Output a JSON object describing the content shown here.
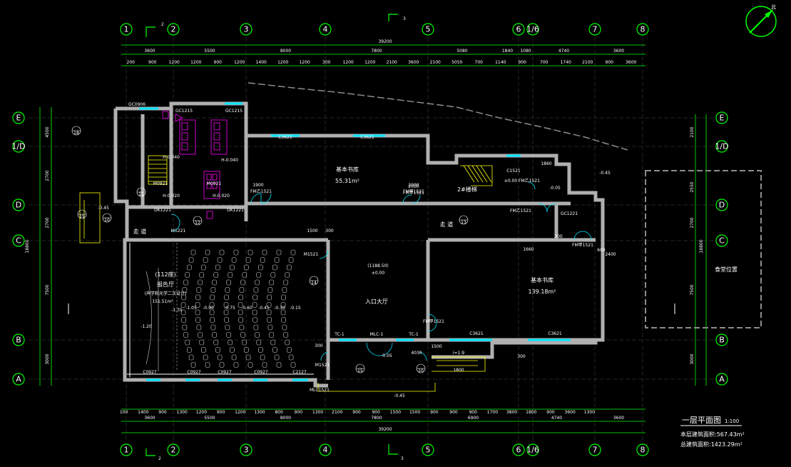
{
  "axes_vertical": [
    "1",
    "2",
    "3",
    "4",
    "5",
    "6",
    "1/6",
    "7",
    "8"
  ],
  "axes_horizontal": [
    "E",
    "1/D",
    "D",
    "C",
    "B",
    "A"
  ],
  "section_marks": [
    "2",
    "3"
  ],
  "dims_top_overall": "39200",
  "dims_top_bays": [
    "3600",
    "5500",
    "8000",
    "7800",
    "5080",
    "1840",
    "1080",
    "4740",
    "3600"
  ],
  "dims_top_detail": [
    "200",
    "900",
    "1200",
    "1200",
    "900",
    "1200",
    "1400",
    "1200",
    "1200",
    "300",
    "1200",
    "1200",
    "2100",
    "3600",
    "2100",
    "5050",
    "700",
    "1140",
    "900",
    "700",
    "1740",
    "2100",
    "900",
    "3600"
  ],
  "dims_bottom_overall": "39200",
  "dims_bottom_bays": [
    "3600",
    "5500",
    "8000",
    "7800",
    "6900",
    "4740",
    "3600"
  ],
  "dims_bottom_detail": [
    "100",
    "1400",
    "900",
    "1300",
    "1200",
    "900",
    "1200",
    "1300",
    "800",
    "900",
    "1300",
    "2100",
    "900",
    "900",
    "1500",
    "1500",
    "900",
    "900",
    "900",
    "1700",
    "3800",
    "1800",
    "900",
    "3600",
    "1300"
  ],
  "dims_left_overall": "18800",
  "dims_left": [
    "4500",
    "2700",
    "2700",
    "7500",
    "3000"
  ],
  "dims_right": [
    "2100",
    "2550",
    "2700",
    "7500",
    "3000"
  ],
  "rooms": {
    "stack_north": {
      "name": "基本书库",
      "area": "55.31m²"
    },
    "stack_east": {
      "name": "基本书库",
      "area": "139.18m²"
    },
    "hall": {
      "name": "入口大厅",
      "note": "(1188.50)",
      "level": "±0.00"
    },
    "lecture": {
      "title": "(112座)",
      "name": "报告厅",
      "sub": "(声学和光学二次设计)",
      "area": "151.51m²"
    },
    "corridor_w": "走 道",
    "corridor_e": "走 道",
    "stair2": "2#楼梯",
    "existing": "食堂位置"
  },
  "door_window_labels": [
    "GC0906",
    "GC1215",
    "GC1215",
    "C3621",
    "C3621",
    "C1521",
    "M0921",
    "M0921",
    "FM乙1521",
    "FM甲1521",
    "FM甲1521",
    "DK1221",
    "DK1221",
    "M1221",
    "M1521",
    "FM乙1521",
    "GC1221",
    "FM甲1521",
    "C0927",
    "C0927",
    "C0927",
    "C0927",
    "C2127",
    "M1521",
    "TC-1",
    "MLC-1",
    "TC-1",
    "C3621",
    "C3621",
    "FM甲1521",
    "FM乙1521",
    "MLC1521"
  ],
  "levels": [
    "-0.45",
    "-0.05",
    "±0.00",
    "-1.20",
    "-1.05",
    "-0.90",
    "-0.75",
    "-0.60",
    "-0.45",
    "-0.30",
    "-0.15",
    "-1.35",
    "-0.05",
    "-0.45",
    "-0.45"
  ],
  "toilet_levels": [
    "H-0.040",
    "H-0.040",
    "H-0.020",
    "H-0.020"
  ],
  "misc_dims": [
    "1900",
    "2000",
    "2000",
    "1500",
    "300",
    "1660",
    "600",
    "2400",
    "300",
    "1500",
    "1800",
    "4030",
    "300",
    "300",
    "1860"
  ],
  "stair_note": "i=1:9",
  "index_marks": [
    "18",
    "11",
    "12",
    "13",
    "14",
    "15",
    "10",
    "10",
    "19"
  ],
  "north_label": "北",
  "drawing_title": "一层平面图",
  "drawing_scale": "1:100",
  "area_this_floor": "本层建筑面积:567.43m²",
  "area_total": "总建筑面积:1423.29m²",
  "colors": {
    "background": "#000000",
    "axis": "#00ff00",
    "wall": "#b0b0b0",
    "window": "#00e5ff",
    "toilet": "#ff00ff",
    "stair": "#ffff00",
    "text": "#ffffff"
  }
}
